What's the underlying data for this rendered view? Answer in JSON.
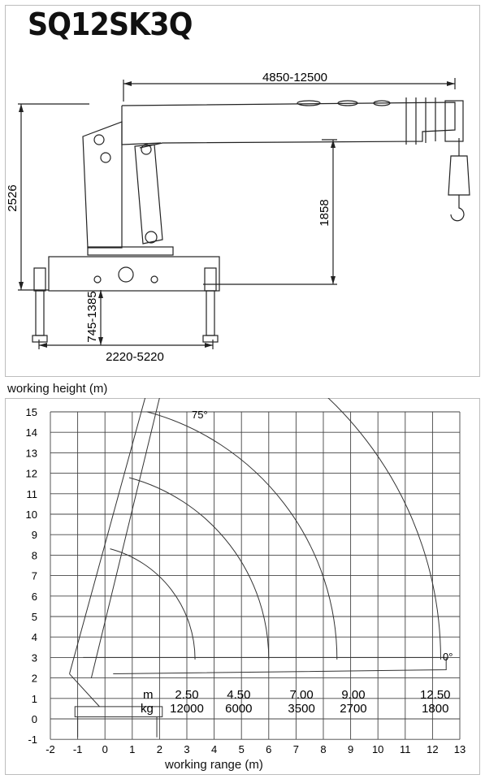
{
  "title": "SQ12SK3Q",
  "top_diagram": {
    "dim_boom_length": "4850-12500",
    "dim_height": "2526",
    "dim_hook_height": "1858",
    "dim_leg_height": "745-1385",
    "dim_outrigger_span": "2220-5220"
  },
  "top_caption": "working height (m)",
  "load_chart": {
    "y_ticks": [
      "15",
      "14",
      "13",
      "12",
      "11",
      "10",
      "9",
      "8",
      "7",
      "6",
      "5",
      "4",
      "3",
      "2",
      "1",
      "0",
      "-1"
    ],
    "x_ticks": [
      "-2",
      "-1",
      "0",
      "1",
      "2",
      "3",
      "4",
      "5",
      "6",
      "7",
      "8",
      "9",
      "10",
      "11",
      "12",
      "13"
    ],
    "angle_max_label": "75°",
    "angle_min_label": "0°",
    "row_m_label": "m",
    "row_kg_label": "kg",
    "ranges": [
      "2.50",
      "4.50",
      "7.00",
      "9.00",
      "12.50"
    ],
    "loads": [
      "12000",
      "6000",
      "3500",
      "2700",
      "1800"
    ]
  },
  "bottom_caption": "working range (m)"
}
